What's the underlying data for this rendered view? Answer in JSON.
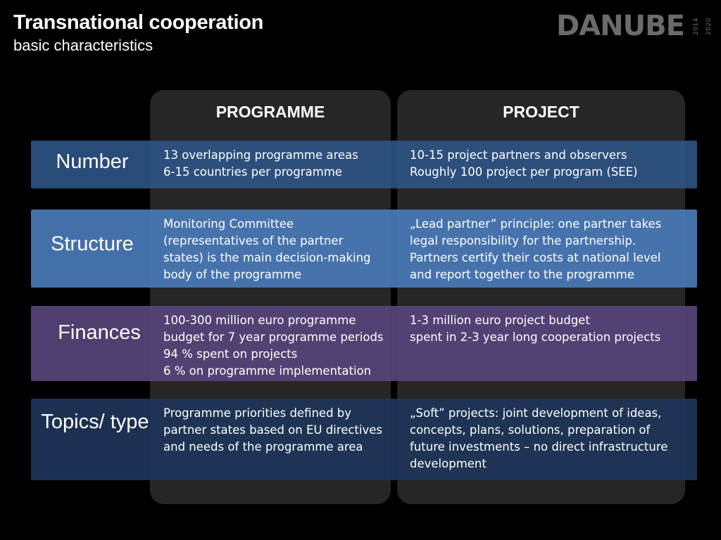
{
  "slide": {
    "title": "Transnational cooperation",
    "subtitle": "basic characteristics"
  },
  "logo": {
    "word": "DANUBE",
    "year_start": "2014",
    "year_end": "2020"
  },
  "columns": {
    "programme": "PROGRAMME",
    "project": "PROJECT"
  },
  "rows": [
    {
      "label": [
        "Number"
      ],
      "programme": [
        "13 overlapping programme areas",
        "6-15 countries per programme"
      ],
      "project": [
        "10-15 project partners and observers",
        "Roughly 100 project per program (SEE)"
      ]
    },
    {
      "label": [
        "Structure"
      ],
      "programme": [
        "Monitoring Committee",
        "(representatives of the partner",
        "states) is the main decision-making",
        "body of the programme"
      ],
      "project": [
        "„Lead partner” principle: one partner takes",
        "legal responsibility for the partnership.",
        "Partners certify their costs at national level",
        "and report together to the programme"
      ]
    },
    {
      "label": [
        "Finances"
      ],
      "programme": [
        "100-300 million euro programme",
        "budget for 7 year programme periods",
        "94 % spent on projects",
        "6 % on programme implementation"
      ],
      "project": [
        "1-3 million euro project budget",
        "spent in 2-3 year long cooperation projects"
      ]
    },
    {
      "label": [
        "Topics/",
        "type"
      ],
      "programme": [
        "Programme priorities defined by",
        "partner states based on EU directives",
        "and needs of the programme area"
      ],
      "project": [
        "„Soft” projects: joint development of ideas,",
        "concepts, plans, solutions, preparation of",
        "future investments – no direct infrastructure",
        "development"
      ]
    }
  ],
  "colors": {
    "background": "#000000",
    "column_panel": "#262626",
    "band_number": "#2f5587",
    "band_structure": "#4a7ab8",
    "band_finances": "#56447a",
    "band_topics": "#1e3558",
    "logo_gray": "#6b6b6b"
  }
}
